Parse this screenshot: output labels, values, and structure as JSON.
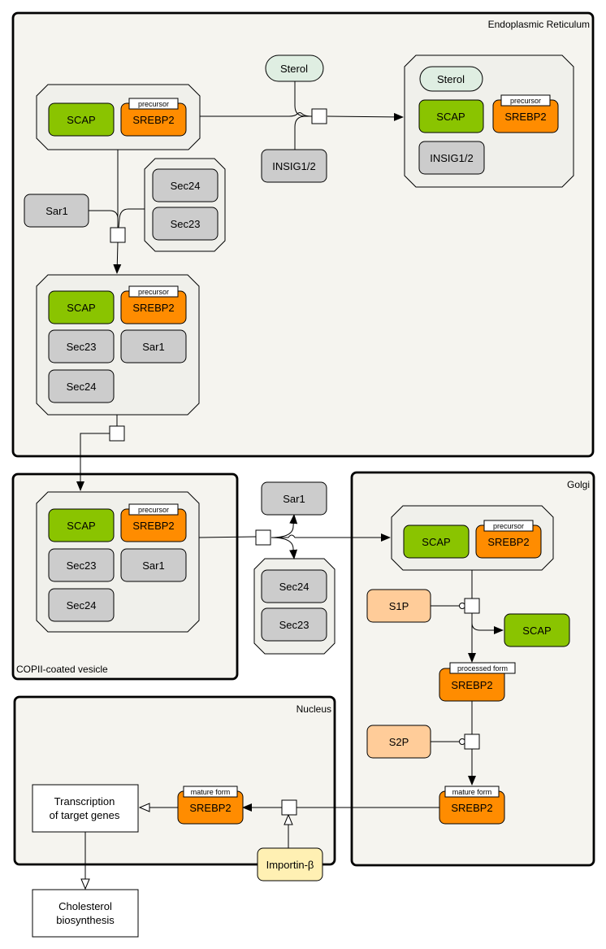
{
  "compartments": {
    "er": "Endoplasmic Reticulum",
    "vesicle": "COPII-coated vesicle",
    "golgi": "Golgi",
    "nucleus": "Nucleus"
  },
  "entities": {
    "scap": "SCAP",
    "srebp2": "SREBP2",
    "sterol": "Sterol",
    "insig": "INSIG1/2",
    "sar1": "Sar1",
    "sec23": "Sec23",
    "sec24": "Sec24",
    "s1p": "S1P",
    "s2p": "S2P",
    "importin": "Importin-β",
    "transcription_line1": "Transcription",
    "transcription_line2": "of target genes",
    "cholesterol_line1": "Cholesterol",
    "cholesterol_line2": "biosynthesis"
  },
  "states": {
    "precursor": "precursor",
    "processed": "processed form",
    "mature": "mature form"
  },
  "colors": {
    "scap": "#8ac400",
    "srebp2": "#ff8c00",
    "generic": "#cccccc",
    "sterol": "#dfeee2",
    "protease": "#ffcc99",
    "importin": "#fff0b3",
    "compartment": "#f5f4ef",
    "complex": "#f0f0eb"
  }
}
